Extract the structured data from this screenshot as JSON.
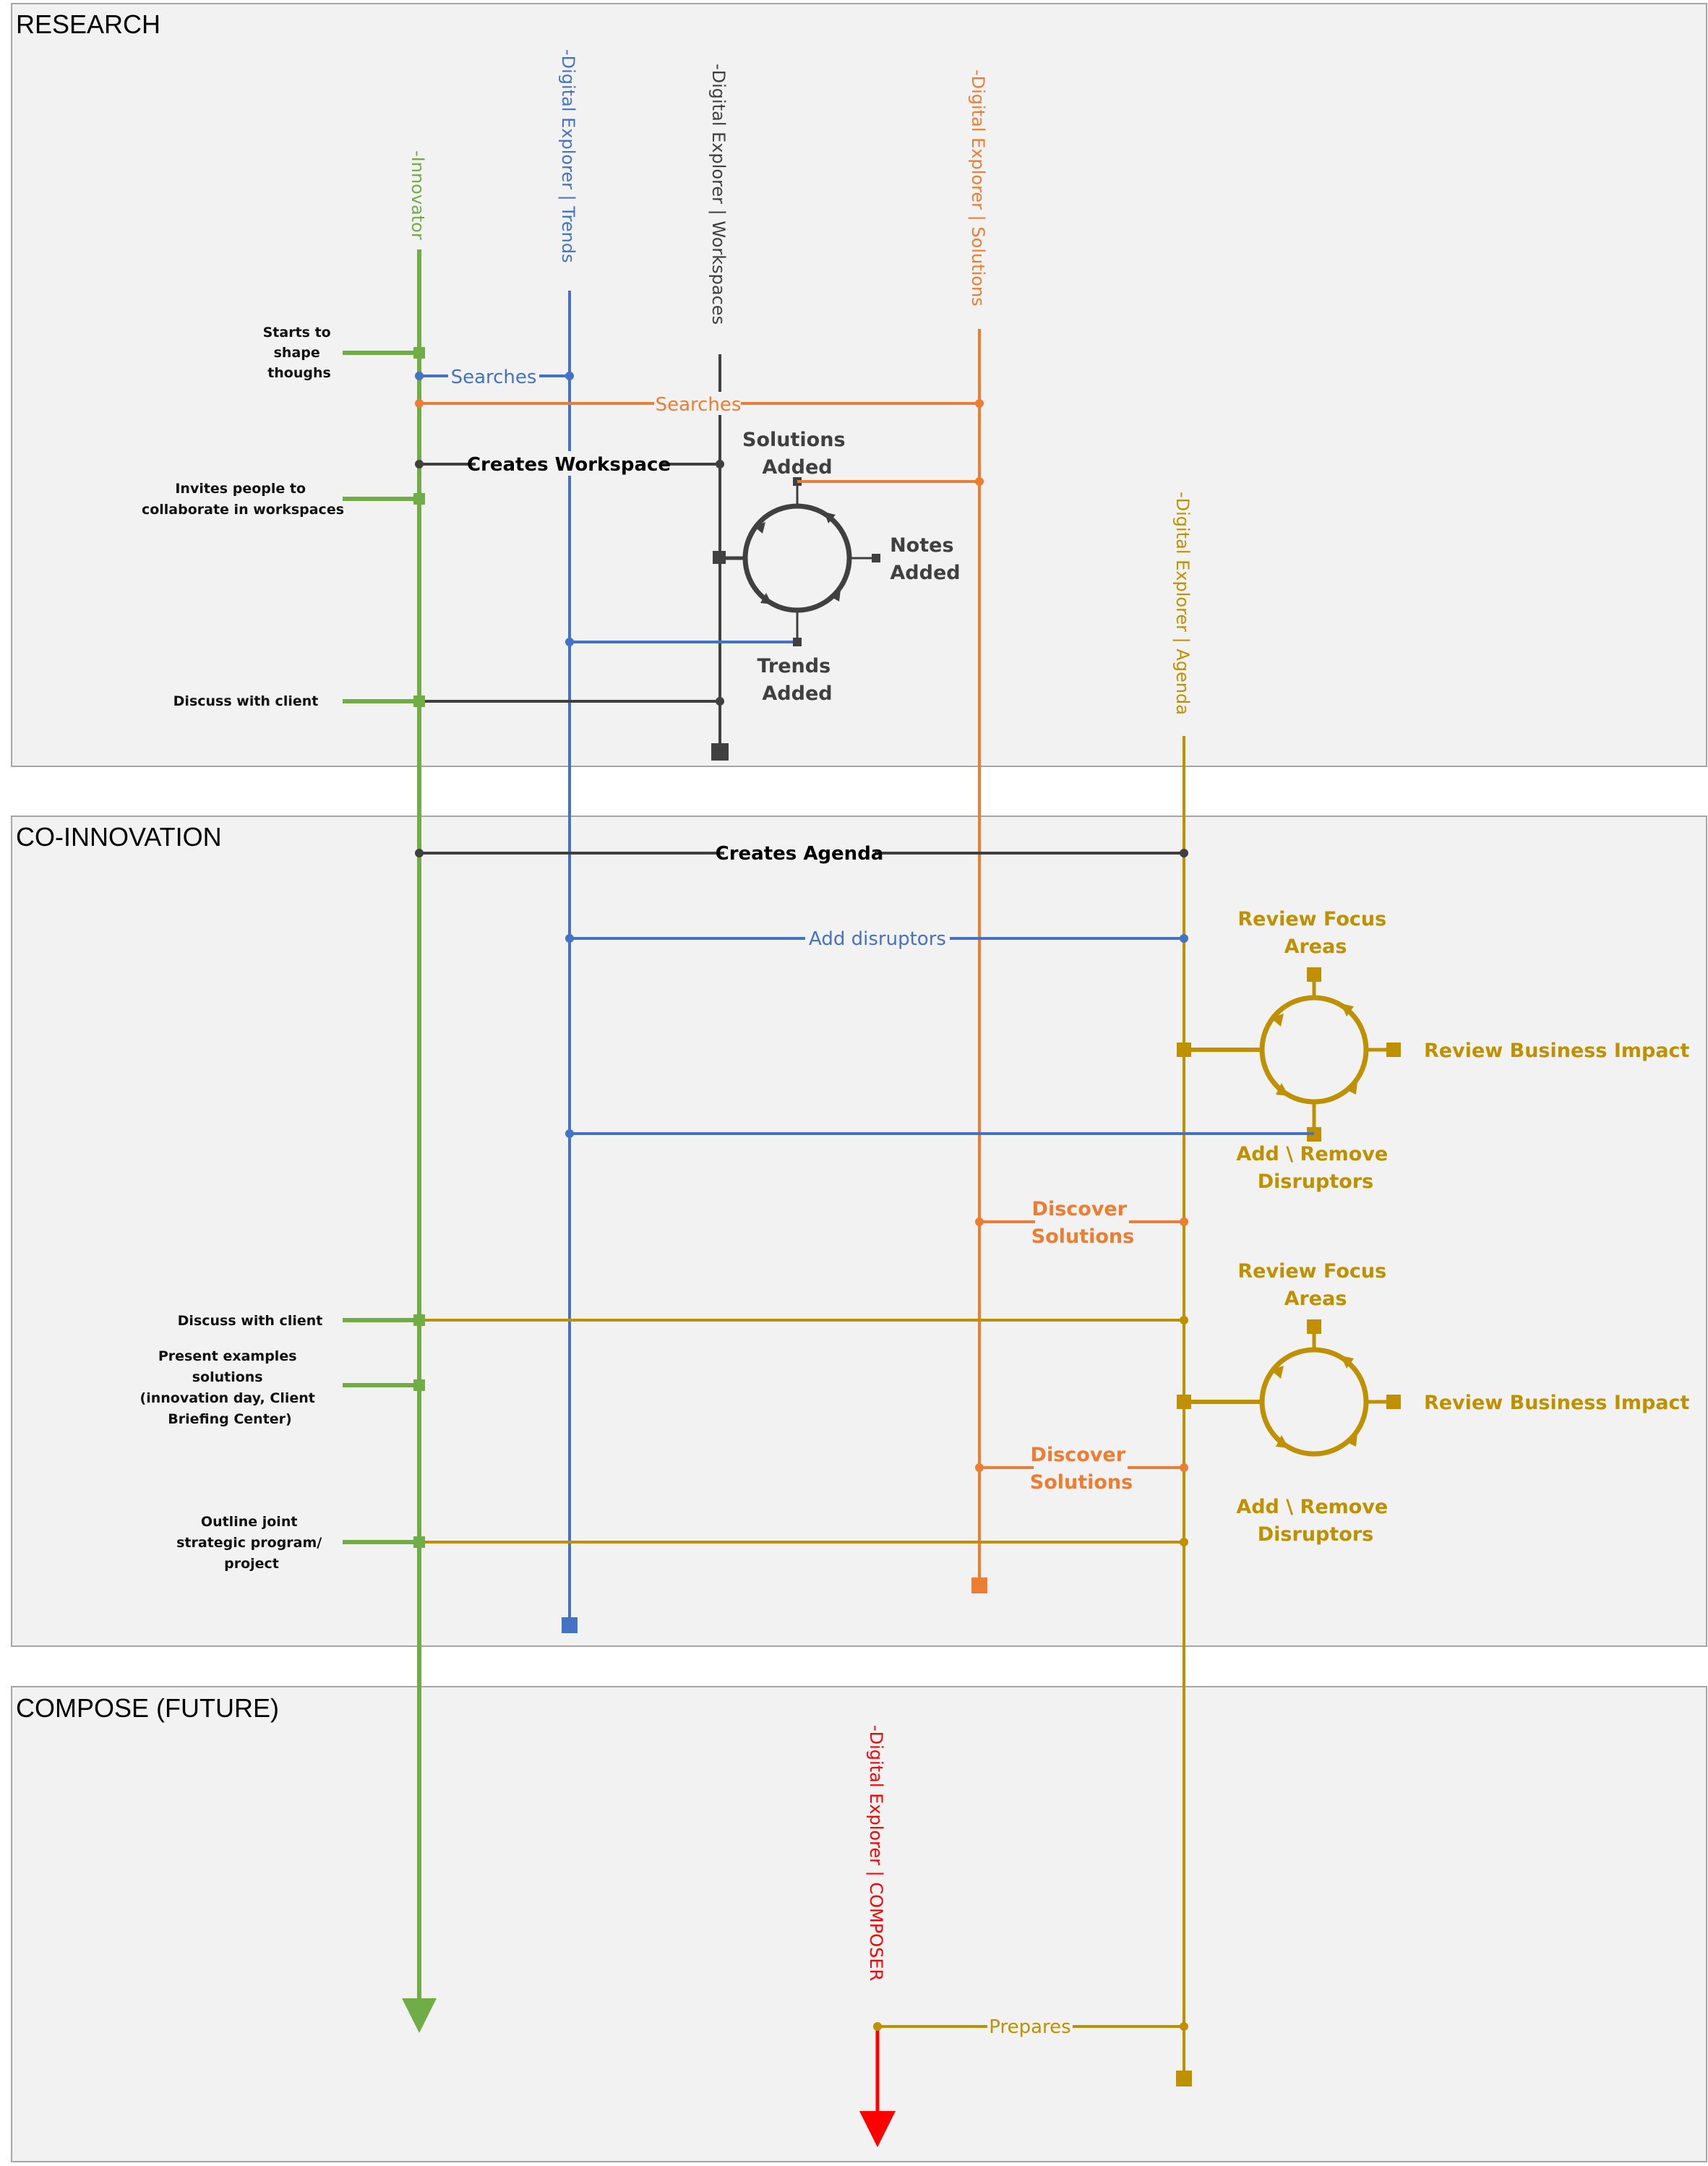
{
  "sections": {
    "research": "RESEARCH",
    "co_innovation": "CO-INNOVATION",
    "compose": "COMPOSE (FUTURE)"
  },
  "lanes": {
    "innovator": "-Innovator",
    "trends": "-Digital Explorer | Trends",
    "workspaces": "-Digital Explorer | Workspaces",
    "solutions": "-Digital Explorer | Solutions",
    "agenda": "-Digital Explorer | Agenda",
    "composer": "-Digital Explorer | COMPOSER"
  },
  "messages": {
    "searches_trends": "Searches",
    "searches_solutions": "Searches",
    "creates_workspace": "Creates Workspace",
    "creates_agenda": "Creates Agenda",
    "add_disruptors": "Add disruptors",
    "discover_solutions_1": [
      "Discover",
      "Solutions"
    ],
    "discover_solutions_2": [
      "Discover",
      "Solutions"
    ],
    "prepares": "Prepares"
  },
  "notes": {
    "starts_to_shape": [
      "Starts to",
      "shape",
      "thoughs"
    ],
    "invites_people": [
      "Invites people to",
      "collaborate in workspaces"
    ],
    "discuss_client_1": "Discuss with client",
    "discuss_client_2": "Discuss with client",
    "present_examples": [
      "Present examples",
      "solutions",
      "(innovation day, Client",
      "Briefing Center)"
    ],
    "outline_joint": [
      "Outline joint",
      "strategic program/",
      "project"
    ]
  },
  "workspace_cycle": {
    "solutions_added": [
      "Solutions",
      "Added"
    ],
    "notes_added": [
      "Notes",
      "Added"
    ],
    "trends_added": [
      "Trends",
      "Added"
    ]
  },
  "agenda_cycle_1": {
    "review_focus": [
      "Review Focus",
      "Areas"
    ],
    "review_impact": "Review Business Impact",
    "add_remove": [
      "Add \\ Remove",
      "Disruptors"
    ]
  },
  "agenda_cycle_2": {
    "review_focus": [
      "Review Focus",
      "Areas"
    ],
    "review_impact": "Review Business Impact",
    "add_remove": [
      "Add \\ Remove",
      "Disruptors"
    ]
  },
  "colors": {
    "innovator": "#70AD47",
    "trends": "#4472C4",
    "workspaces": "#404040",
    "solutions": "#ED7D31",
    "agenda": "#BF9000",
    "composer": "#FF0000",
    "panel": "#F2F2F2"
  }
}
